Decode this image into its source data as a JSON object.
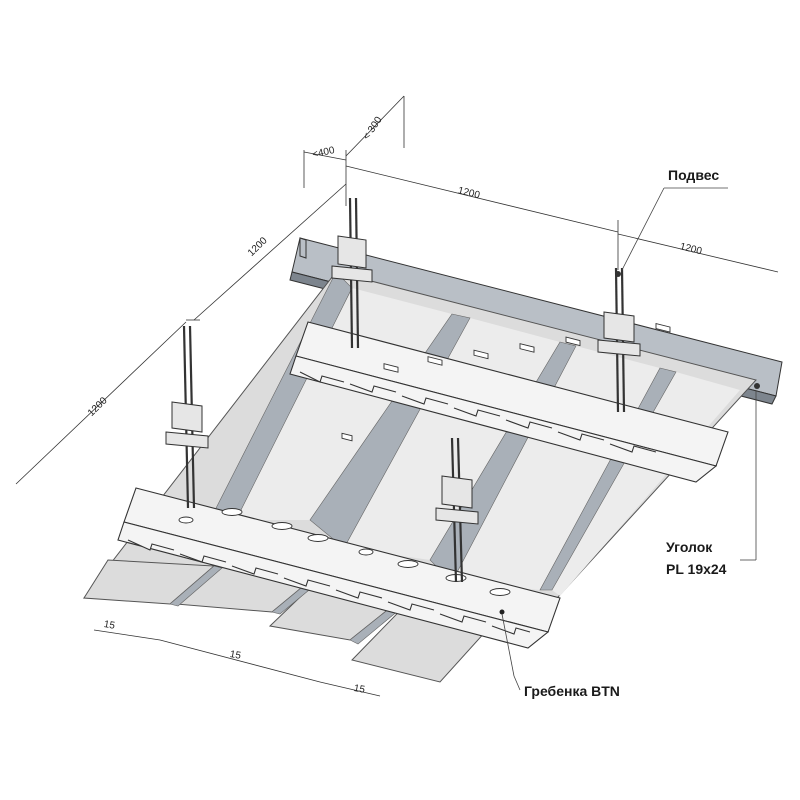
{
  "labels": {
    "hanger": "Подвес",
    "angle_line1": "Уголок",
    "angle_line2": "PL 19x24",
    "comb": "Гребенка BTN"
  },
  "dimensions": {
    "d400": "<400",
    "d300": "< 300",
    "d1200_top": "1200",
    "d1200_right": "1200",
    "d1200_left_upper": "1200",
    "d1200_left_lower": "1200",
    "d15_a": "15",
    "d15_b": "15",
    "d15_c": "15"
  }
}
